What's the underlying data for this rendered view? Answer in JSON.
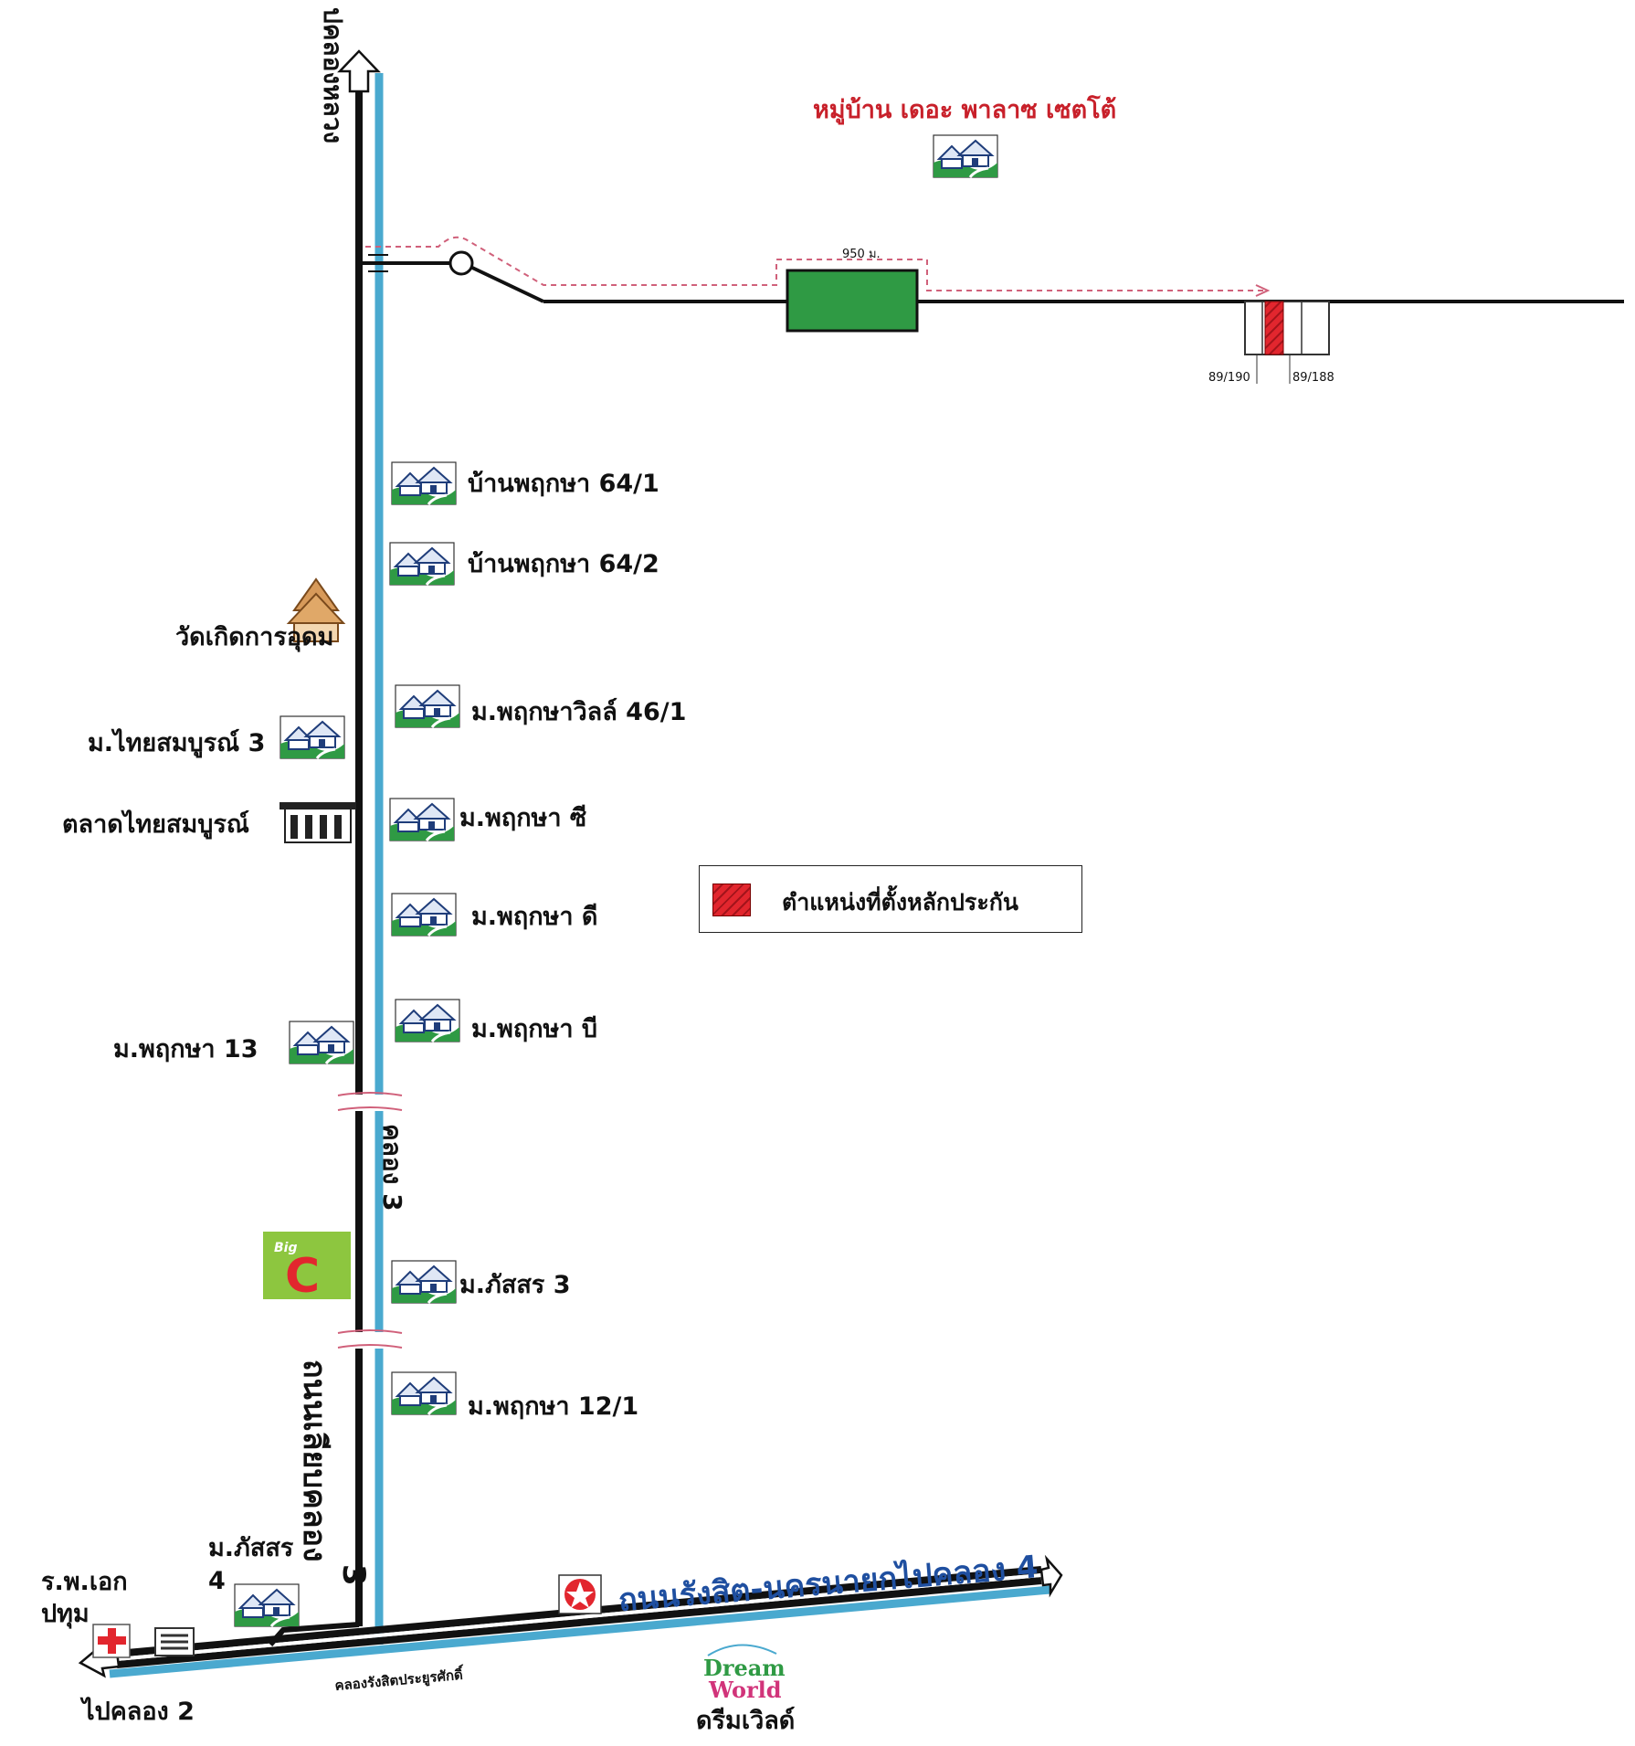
{
  "map": {
    "destination_label": "หมู่บ้าน เดอะ พาลาซ เซตโต้",
    "distance_label": "950 ม.",
    "plot_numbers": [
      "89/190",
      "89/188"
    ],
    "legend": {
      "label": "ตำแหน่งที่ตั้งหลักประกัน",
      "swatch_color": "#e2262e"
    },
    "roads": {
      "north_direction": "ปคลองหลวง",
      "main_road": "ถนนเลียบคลอง",
      "main_road_number": "3",
      "canal": "คลอง 3",
      "highway": "ถนนรังสิต-นครนายกไปคลอง 4",
      "canal_south": "คลองรังสิตประยูรศักดิ์",
      "west_direction": "ไปคลอง 2"
    },
    "places_east": [
      "บ้านพฤกษา 64/1",
      "บ้านพฤกษา 64/2",
      "ม.พฤกษาวิลล์ 46/1",
      "ม.พฤกษา ซี",
      "ม.พฤกษา ดี",
      "ม.พฤกษา บี",
      "ม.ภัสสร 3",
      "ม.พฤกษา 12/1"
    ],
    "places_west": {
      "temple": "วัดเกิดการอุดม",
      "village_thaisomboon": "ม.ไทยสมบูรณ์ 3",
      "market": "ตลาดไทยสมบูรณ์",
      "village_13": "ม.พฤกษา 13",
      "phatsorn_4_line1": "ม.ภัสสร",
      "phatsorn_4_line2": "4",
      "hospital_line1": "ร.พ.เอก",
      "hospital_line2": "ปทุม"
    },
    "landmarks": {
      "bigc_top": "Big",
      "bigc_letter": "C",
      "dreamworld_logo_1": "Dream",
      "dreamworld_logo_2": "World",
      "dreamworld": "ดรีมเวิลด์"
    },
    "colors": {
      "road": "#111111",
      "canal": "#4aa9cf",
      "landmark_green": "#2f9a44",
      "plot_red": "#e2262e",
      "dashed_route": "#d0607a",
      "label_red": "#c8202a",
      "label_blue": "#1f4fa0"
    },
    "icons": [
      "house-icon",
      "temple-icon",
      "market-icon",
      "hospital-icon",
      "gas-station-icon",
      "arrow-up-icon",
      "arrow-left-icon",
      "arrow-right-icon"
    ]
  }
}
